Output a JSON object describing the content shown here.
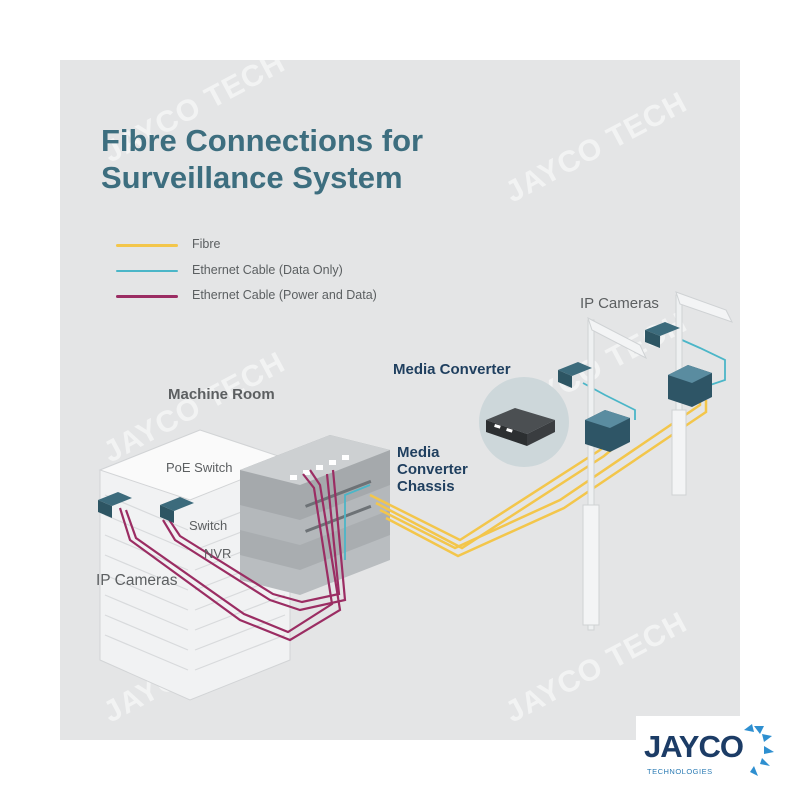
{
  "title_line1": "Fibre  Connections for",
  "title_line2": "Surveillance System",
  "legend": [
    {
      "label": "Fibre",
      "color": "#f3c64b"
    },
    {
      "label": "Ethernet Cable (Data Only)",
      "color": "#4bb6c8"
    },
    {
      "label": "Ethernet Cable (Power and Data)",
      "color": "#9b2d63"
    }
  ],
  "labels": {
    "ip_cameras_right": "IP Cameras",
    "media_converter": "Media Converter",
    "machine_room": "Machine Room",
    "poe_switch": "PoE Switch",
    "media_converter_chassis_line1": "Media",
    "media_converter_chassis_line2": "Converter",
    "media_converter_chassis_line3": "Chassis",
    "switch": "Switch",
    "nvr": "NVR",
    "ip_cameras_left": "IP Cameras"
  },
  "watermark": "JAYCO TECH",
  "logo": {
    "name": "JAYCO",
    "tagline": "TECHNOLOGIES",
    "rays_color": "#2e8fd0"
  },
  "colors": {
    "fibre": "#f3c64b",
    "ethernet_data": "#4bb6c8",
    "ethernet_power": "#9b2d63",
    "title": "#3d6e7f",
    "device": "#2e5566"
  }
}
